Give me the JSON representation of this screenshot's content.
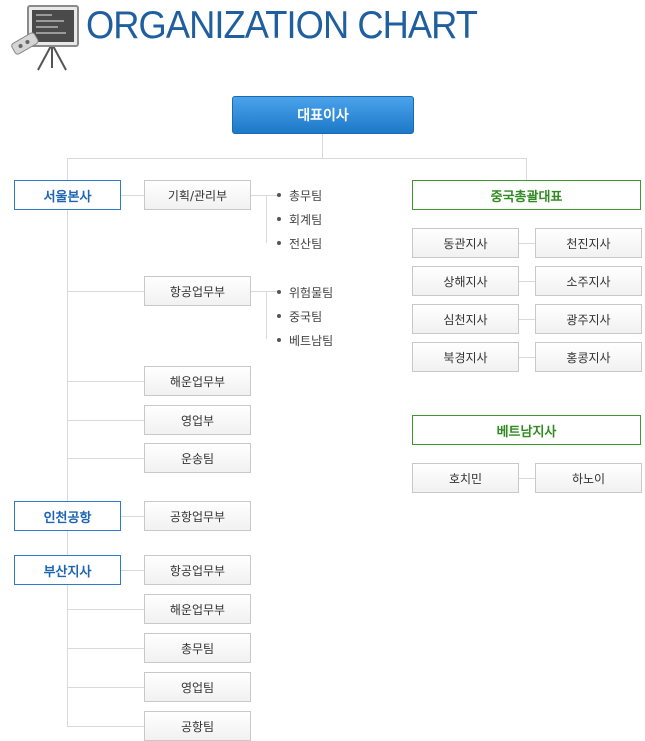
{
  "title": "ORGANIZATION CHART",
  "ceo": "대표이사",
  "seoul": {
    "label": "서울본사",
    "depts": [
      "기획/관리부",
      "항공업무부",
      "해운업무부",
      "영업부",
      "운송팀"
    ],
    "planning_teams": [
      "총무팀",
      "회계팀",
      "전산팀"
    ],
    "air_teams": [
      "위험물팀",
      "중국팀",
      "베트남팀"
    ]
  },
  "incheon": {
    "label": "인천공항",
    "depts": [
      "공항업무부"
    ]
  },
  "busan": {
    "label": "부산지사",
    "depts": [
      "항공업무부",
      "해운업무부",
      "총무팀",
      "영업팀",
      "공항팀"
    ]
  },
  "china": {
    "label": "중국총괄대표",
    "left": [
      "동관지사",
      "상해지사",
      "심천지사",
      "북경지사"
    ],
    "right": [
      "천진지사",
      "소주지사",
      "광주지사",
      "홍콩지사"
    ]
  },
  "vietnam": {
    "label": "베트남지사",
    "branches": [
      "호치민",
      "하노이"
    ]
  },
  "colors": {
    "blue": "#2b7dcb",
    "green": "#3e9a2e",
    "line": "#d9d9d9"
  }
}
